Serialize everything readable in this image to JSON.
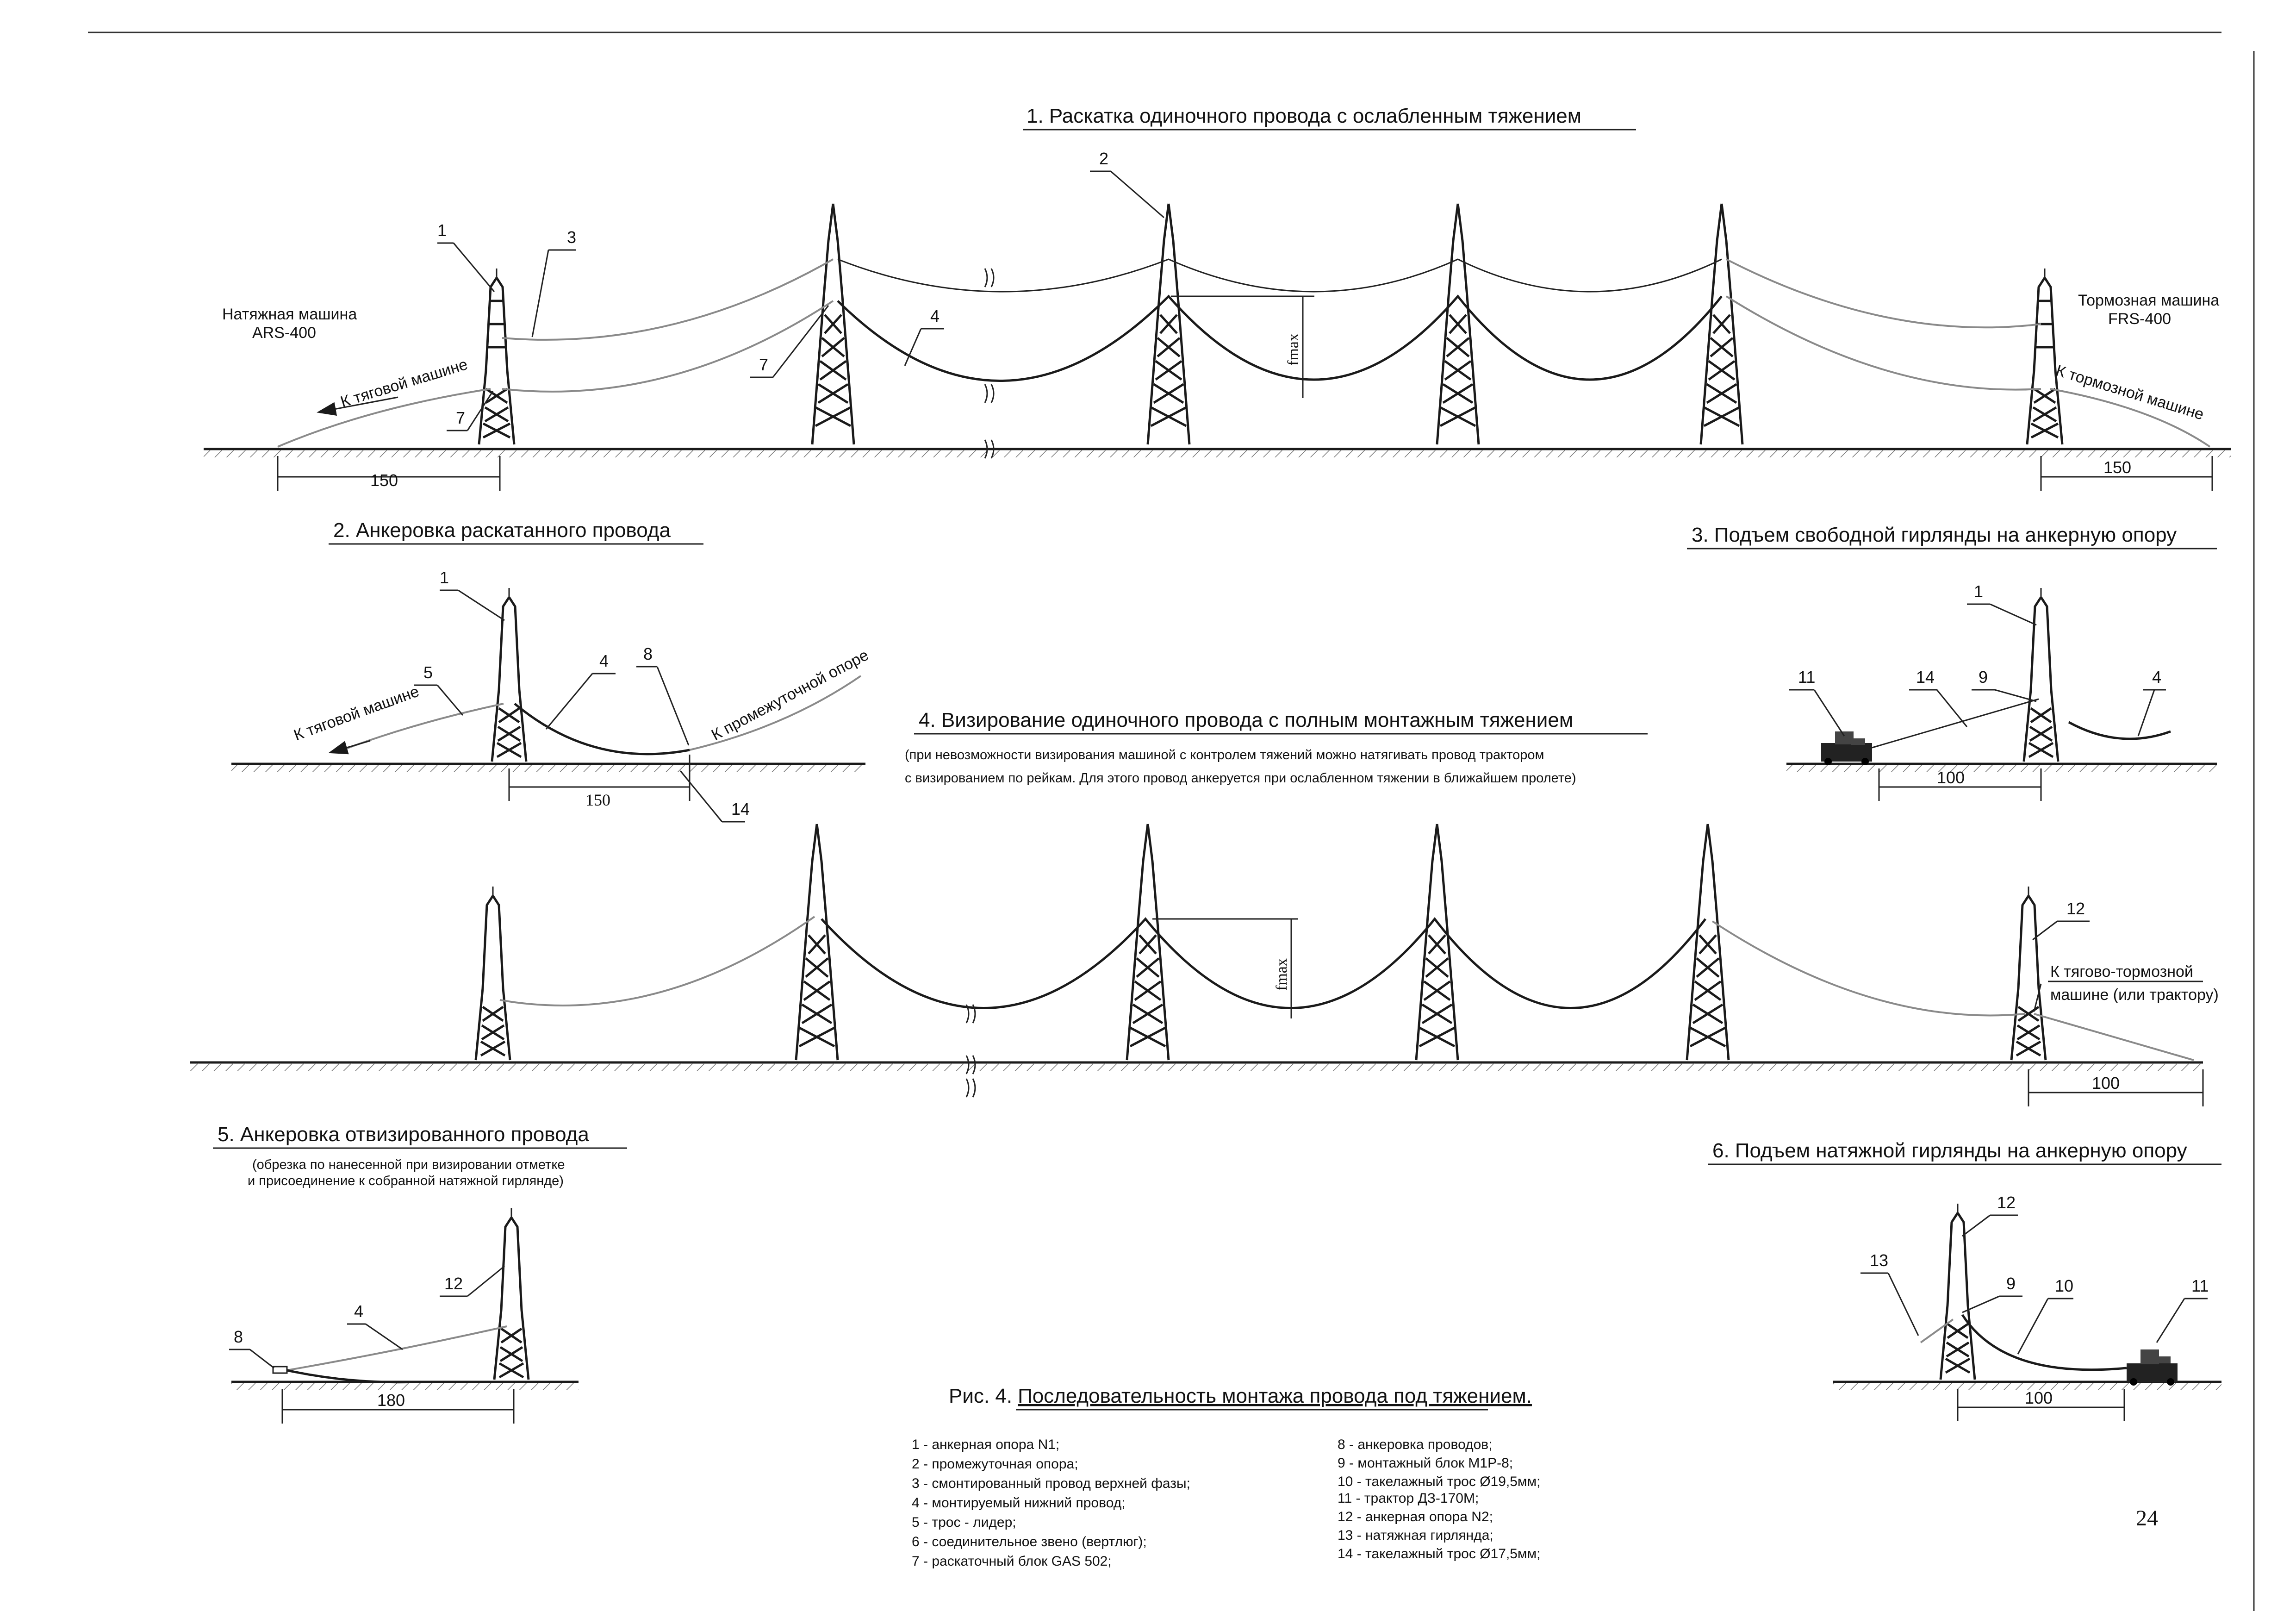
{
  "sections": {
    "s1": {
      "title": "1. Раскатка одиночного провода с ослабленным тяжением",
      "left_machine": [
        "Натяжная машина",
        "ARS-400"
      ],
      "right_machine": [
        "Тормозная машина",
        "FRS-400"
      ],
      "to_pull": "К тяговой машине",
      "to_brake": "К тормозной машине",
      "dim_left": "150",
      "dim_right": "150",
      "fmax": "fmax",
      "callouts": [
        "1",
        "2",
        "3",
        "4",
        "7",
        "7"
      ]
    },
    "s2": {
      "title": "2. Анкеровка раскатанного провода",
      "to_pull": "К тяговой машине",
      "to_intermediate": "К промежуточной опоре",
      "dim": "150",
      "callouts": [
        "1",
        "5",
        "4",
        "8",
        "14"
      ]
    },
    "s3": {
      "title": "3. Подъем свободной гирлянды на анкерную опору",
      "dim": "100",
      "callouts": [
        "1",
        "11",
        "14",
        "9",
        "4"
      ]
    },
    "s4": {
      "title": "4. Визирование одиночного провода с полным монтажным тяжением",
      "note": [
        "(при невозможности визирования машиной с контролем тяжений можно натягивать провод трактором",
        "с визированием по рейкам. Для этого провод анкеруется при ослабленном тяжении в ближайшем пролете)"
      ],
      "to_machine": [
        "К тягово-тормозной",
        "машине (или трактору)"
      ],
      "dim": "100",
      "fmax": "fmax",
      "callouts": [
        "12"
      ]
    },
    "s5": {
      "title": "5. Анкеровка отвизированного провода",
      "note": [
        "(обрезка по нанесенной при визировании отметке",
        "и присоединение к собранной натяжной гирлянде)"
      ],
      "dim": "180",
      "callouts": [
        "12",
        "4",
        "8"
      ]
    },
    "s6": {
      "title": "6. Подъем натяжной гирлянды на анкерную опору",
      "dim": "100",
      "callouts": [
        "12",
        "13",
        "9",
        "10",
        "11"
      ]
    }
  },
  "caption": {
    "prefix": "Рис. 4.",
    "text": "Последовательность монтажа провода под тяжением."
  },
  "legend": {
    "left": [
      "1 - анкерная опора N1;",
      "2 - промежуточная опора;",
      "3 - смонтированный провод верхней фазы;",
      "4 - монтируемый нижний провод;",
      "5 - трос - лидер;",
      "6 - соединительное звено (вертлюг);",
      "7 - раскаточный блок GAS 502;"
    ],
    "right": [
      "8 - анкеровка проводов;",
      "9 - монтажный блок М1Р-8;",
      "10 - такелажный трос Ø19,5мм;",
      "11 - трактор ДЗ-170М;",
      "12 - анкерная опора N2;",
      "13 - натяжная гирлянда;",
      "14 - такелажный трос Ø17,5мм;"
    ]
  },
  "page_number": "24"
}
